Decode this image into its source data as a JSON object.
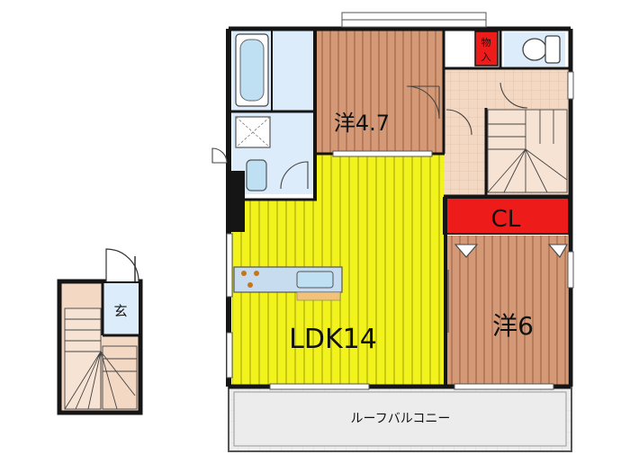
{
  "rooms": {
    "western_small": "洋4.7",
    "ldk": "LDK14",
    "western_large": "洋6",
    "closet": "CL",
    "storage": "物入",
    "entrance": "玄",
    "balcony": "ルーフバルコニー"
  },
  "colors": {
    "wall": "#151515",
    "ldk_floor": "#f2f21c",
    "ldk_stripe": "#c9c912",
    "wood_floor": "#d49a78",
    "wood_stripe": "#b77a5a",
    "hall_floor": "#f3d8c3",
    "wet_area": "#dcecfa",
    "closet_red": "#ee1b1b",
    "balcony_floor": "#e9e9e9"
  },
  "icons": [
    "bathtub-icon",
    "washbasin-icon",
    "toilet-icon",
    "stove-icon",
    "sink-icon",
    "stair-icon",
    "door-swing-icon"
  ]
}
